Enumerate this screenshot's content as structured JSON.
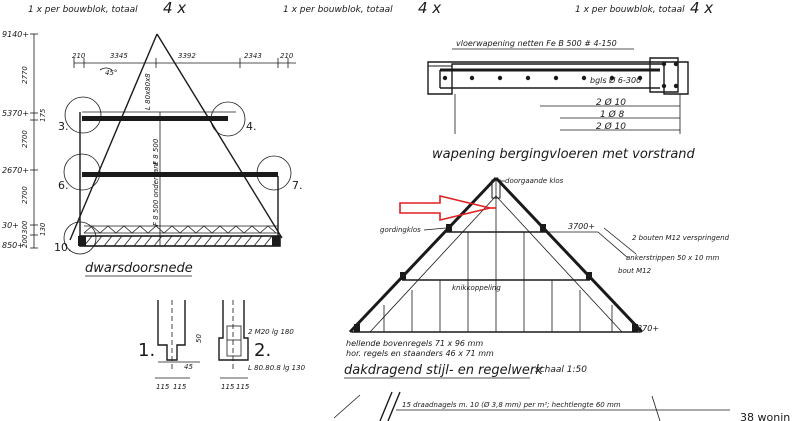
{
  "sheet": {
    "page_number_partial": "38 wonin"
  },
  "top_notes": [
    "1 x per bouwblok, totaal",
    "1 x per bouwblok, totaal",
    "1 x per bouwblok, totaal"
  ],
  "top_notes_count": "4 x",
  "cross_section": {
    "title": "dwarsdoorsnede",
    "levels": [
      "9140+",
      "5370+",
      "2670+",
      "30+",
      "850+"
    ],
    "dims_vertical": [
      "2770",
      "175",
      "2700",
      "2700",
      "300",
      "130",
      "200"
    ],
    "dims_horizontal": [
      "210",
      "3345",
      "3392",
      "2343",
      "210"
    ],
    "angle": "45°",
    "detail_markers": [
      "3.",
      "4.",
      "6.",
      "7.",
      "10."
    ],
    "beam_labels": [
      "L 80x80x8",
      "F 8 500 onderkant",
      "F 8 500"
    ]
  },
  "column_details": {
    "labels": [
      "1.",
      "2."
    ],
    "dims": [
      "115",
      "115",
      "115",
      "115",
      "45",
      "50"
    ],
    "note1": "2 M20 lg 180",
    "note2": "L 80.80.8 lg 130"
  },
  "floor_reinforcement": {
    "title": "wapening bergingvloeren met vorstrand",
    "mesh_note": "vloerwapening netten Fe B 500 # 4-150",
    "stirrup_note": "bgls Ø 6-300",
    "bars": [
      "2 Ø 10",
      "1 Ø 8",
      "2 Ø 10"
    ]
  },
  "roof_truss": {
    "title": "dakdragend stijl- en regelwerk",
    "scale": "schaal 1:50",
    "level_top": "3700+",
    "level_eave": "5370+",
    "labels": {
      "ridge": "doorgaande klos",
      "purlin": "gordingklos",
      "bolts": "2 bouten M12 verspringend",
      "strip": "ankerstrippen 50 x 10 mm",
      "bolt": "bout M12",
      "knee": "knikkoppeling",
      "members1": "hellende bovenregels 71 x 96 mm",
      "members2": "hor. regels en staanders 46 x 71 mm"
    }
  },
  "nail_note": "15 draadnagels m. 10 (Ø 3,8 mm) per m²; hechtlengte 60 mm"
}
